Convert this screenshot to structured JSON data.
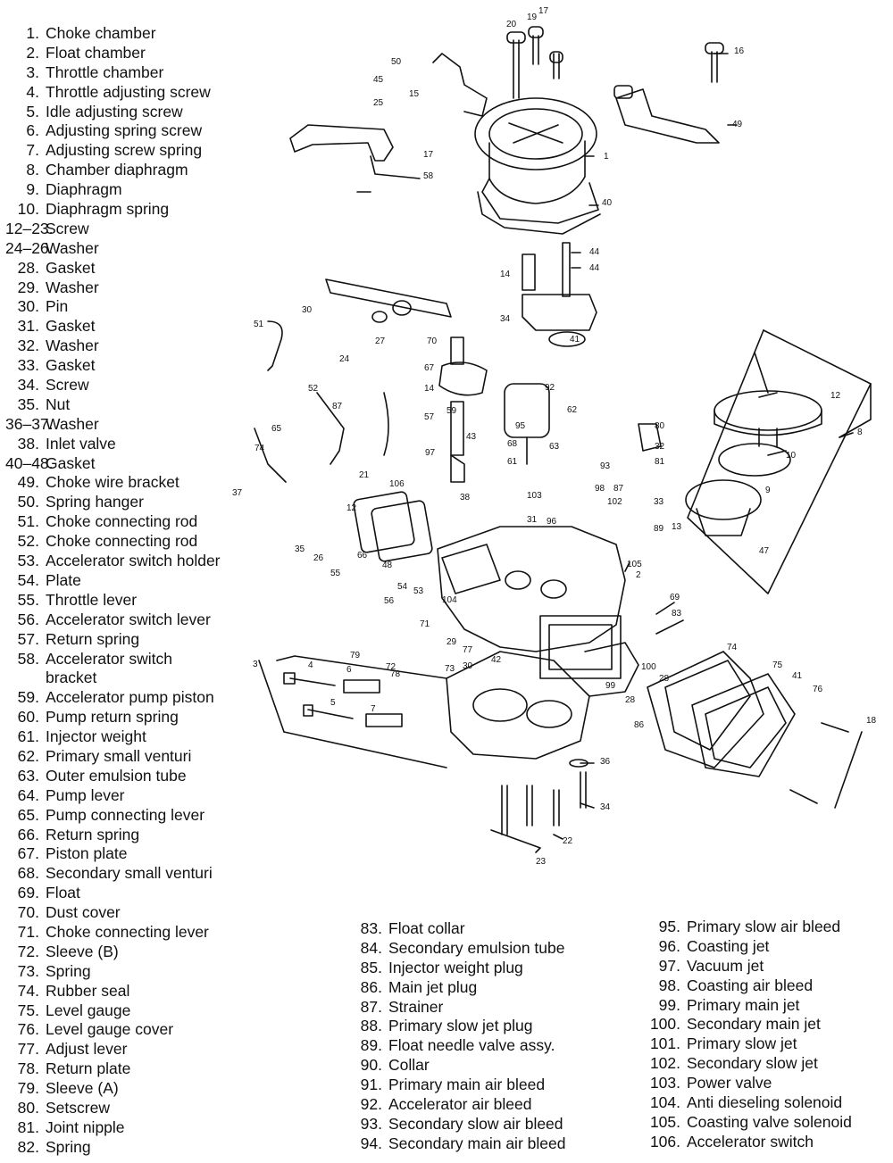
{
  "legend_left": [
    {
      "num": "1.",
      "label": "Choke chamber"
    },
    {
      "num": "2.",
      "label": "Float chamber"
    },
    {
      "num": "3.",
      "label": "Throttle chamber"
    },
    {
      "num": "4.",
      "label": "Throttle adjusting screw"
    },
    {
      "num": "5.",
      "label": "Idle adjusting screw"
    },
    {
      "num": "6.",
      "label": "Adjusting spring screw"
    },
    {
      "num": "7.",
      "label": "Adjusting screw spring"
    },
    {
      "num": "8.",
      "label": "Chamber diaphragm"
    },
    {
      "num": "9.",
      "label": "Diaphragm"
    },
    {
      "num": "10.",
      "label": "Diaphragm spring"
    },
    {
      "num": "12–23.",
      "label": "Screw"
    },
    {
      "num": "24–26.",
      "label": "Washer"
    },
    {
      "num": "28.",
      "label": "Gasket"
    },
    {
      "num": "29.",
      "label": "Washer"
    },
    {
      "num": "30.",
      "label": "Pin"
    },
    {
      "num": "31.",
      "label": "Gasket"
    },
    {
      "num": "32.",
      "label": "Washer"
    },
    {
      "num": "33.",
      "label": "Gasket"
    },
    {
      "num": "34.",
      "label": "Screw"
    },
    {
      "num": "35.",
      "label": "Nut"
    },
    {
      "num": "36–37.",
      "label": "Washer"
    },
    {
      "num": "38.",
      "label": "Inlet valve"
    },
    {
      "num": "40–48.",
      "label": "Gasket"
    },
    {
      "num": "49.",
      "label": "Choke wire bracket"
    },
    {
      "num": "50.",
      "label": "Spring hanger"
    },
    {
      "num": "51.",
      "label": "Choke connecting rod"
    },
    {
      "num": "52.",
      "label": "Choke connecting rod"
    },
    {
      "num": "53.",
      "label": "Accelerator switch holder"
    },
    {
      "num": "54.",
      "label": "Plate"
    },
    {
      "num": "55.",
      "label": "Throttle lever"
    },
    {
      "num": "56.",
      "label": "Accelerator switch lever"
    },
    {
      "num": "57.",
      "label": "Return spring"
    },
    {
      "num": "58.",
      "label": "Accelerator switch"
    },
    {
      "num": "",
      "label": "bracket"
    },
    {
      "num": "59.",
      "label": "Accelerator pump piston"
    },
    {
      "num": "60.",
      "label": "Pump return spring"
    },
    {
      "num": "61.",
      "label": "Injector weight"
    },
    {
      "num": "62.",
      "label": "Primary small venturi"
    },
    {
      "num": "63.",
      "label": "Outer emulsion tube"
    },
    {
      "num": "64.",
      "label": "Pump lever"
    },
    {
      "num": "65.",
      "label": "Pump connecting lever"
    },
    {
      "num": "66.",
      "label": "Return spring"
    },
    {
      "num": "67.",
      "label": "Piston plate"
    },
    {
      "num": "68.",
      "label": "Secondary small venturi"
    },
    {
      "num": "69.",
      "label": "Float"
    },
    {
      "num": "70.",
      "label": "Dust cover"
    },
    {
      "num": "71.",
      "label": "Choke connecting lever"
    },
    {
      "num": "72.",
      "label": "Sleeve (B)"
    },
    {
      "num": "73.",
      "label": "Spring"
    },
    {
      "num": "74.",
      "label": "Rubber seal"
    },
    {
      "num": "75.",
      "label": "Level gauge"
    },
    {
      "num": "76.",
      "label": "Level gauge cover"
    },
    {
      "num": "77.",
      "label": "Adjust lever"
    },
    {
      "num": "78.",
      "label": "Return plate"
    },
    {
      "num": "79.",
      "label": "Sleeve (A)"
    },
    {
      "num": "80.",
      "label": "Setscrew"
    },
    {
      "num": "81.",
      "label": "Joint nipple"
    },
    {
      "num": "82.",
      "label": "Spring"
    }
  ],
  "legend_mid": [
    {
      "num": "83.",
      "label": "Float collar"
    },
    {
      "num": "84.",
      "label": "Secondary emulsion tube"
    },
    {
      "num": "85.",
      "label": "Injector weight plug"
    },
    {
      "num": "86.",
      "label": "Main jet plug"
    },
    {
      "num": "87.",
      "label": "Strainer"
    },
    {
      "num": "88.",
      "label": "Primary slow jet plug"
    },
    {
      "num": "89.",
      "label": "Float needle valve assy."
    },
    {
      "num": "90.",
      "label": "Collar"
    },
    {
      "num": "91.",
      "label": "Primary main air bleed"
    },
    {
      "num": "92.",
      "label": "Accelerator air bleed"
    },
    {
      "num": "93.",
      "label": "Secondary slow air bleed"
    },
    {
      "num": "94.",
      "label": "Secondary main air bleed"
    }
  ],
  "legend_right": [
    {
      "num": "95.",
      "label": "Primary slow air bleed"
    },
    {
      "num": "96.",
      "label": "Coasting jet"
    },
    {
      "num": "97.",
      "label": "Vacuum jet"
    },
    {
      "num": "98.",
      "label": "Coasting air bleed"
    },
    {
      "num": "99.",
      "label": "Primary main jet"
    },
    {
      "num": "100.",
      "label": "Secondary main jet"
    },
    {
      "num": "101.",
      "label": "Primary slow jet"
    },
    {
      "num": "102.",
      "label": "Secondary slow jet"
    },
    {
      "num": "103.",
      "label": "Power valve"
    },
    {
      "num": "104.",
      "label": "Anti dieseling solenoid"
    },
    {
      "num": "105.",
      "label": "Coasting valve solenoid"
    },
    {
      "num": "106.",
      "label": "Accelerator switch"
    }
  ],
  "callouts": [
    "20",
    "19",
    "17",
    "16",
    "50",
    "45",
    "25",
    "15",
    "1",
    "49",
    "17",
    "58",
    "40",
    "44",
    "44",
    "14",
    "34",
    "51",
    "30",
    "27",
    "24",
    "70",
    "41",
    "67",
    "14",
    "92",
    "12",
    "8",
    "52",
    "87",
    "57",
    "59",
    "95",
    "62",
    "80",
    "32",
    "81",
    "10",
    "9",
    "65",
    "74",
    "37",
    "97",
    "43",
    "68",
    "61",
    "63",
    "93",
    "98",
    "87",
    "33",
    "102",
    "96",
    "103",
    "31",
    "89",
    "13",
    "47",
    "21",
    "106",
    "38",
    "12",
    "35",
    "26",
    "66",
    "55",
    "48",
    "54",
    "53",
    "104",
    "105",
    "2",
    "69",
    "83",
    "56",
    "71",
    "77",
    "29",
    "78",
    "73",
    "79",
    "72",
    "42",
    "30",
    "3",
    "4",
    "6",
    "5",
    "7",
    "100",
    "28",
    "99",
    "28",
    "86",
    "74",
    "75",
    "41",
    "76",
    "18",
    "36",
    "34",
    "22",
    "23"
  ]
}
